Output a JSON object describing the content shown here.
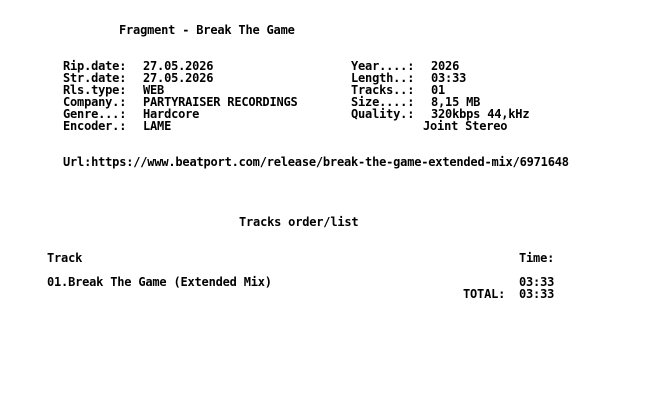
{
  "header": {
    "title": "Fragment - Break The Game"
  },
  "info_left": [
    {
      "key": "Rip.date:",
      "value": "27.05.2026"
    },
    {
      "key": "Str.date:",
      "value": "27.05.2026"
    },
    {
      "key": "Rls.type:",
      "value": "WEB"
    },
    {
      "key": "Company.:",
      "value": "PARTYRAISER RECORDINGS"
    },
    {
      "key": "Genre...:",
      "value": "Hardcore"
    },
    {
      "key": "Encoder.:",
      "value": "LAME"
    }
  ],
  "info_right": [
    {
      "key": "Year....:",
      "value": "2026"
    },
    {
      "key": "Length..:",
      "value": "03:33"
    },
    {
      "key": "Tracks..:",
      "value": "01"
    },
    {
      "key": "Size....:",
      "value": "8,15 MB"
    },
    {
      "key": "Quality.:",
      "value": "320kbps 44,kHz"
    },
    {
      "key": "",
      "value": "Joint Stereo"
    }
  ],
  "url_line": "Url:https://www.beatport.com/release/break-the-game-extended-mix/6971648",
  "tracks": {
    "heading": "Tracks order/list",
    "col_track": "Track",
    "col_time": "Time:",
    "items": [
      {
        "name": "01.Break The Game (Extended Mix)",
        "time": "03:33"
      }
    ],
    "total_label": "TOTAL:",
    "total_time": "03:33"
  }
}
